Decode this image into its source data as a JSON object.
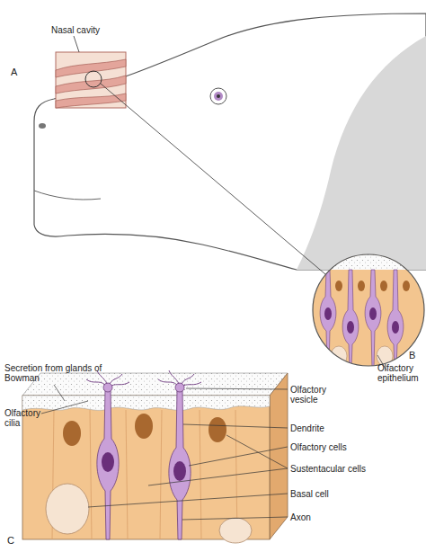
{
  "diagram": {
    "labels": [
      "Nasal cavity",
      "A",
      "B",
      "Olfactory epithelium",
      "Secretion from glands of Bowman",
      "Olfactory cilia",
      "Olfactory vesicle",
      "Dendrite",
      "Olfactory cells",
      "Sustentacular cells",
      "Basal cell",
      "Axon",
      "C"
    ]
  }
}
